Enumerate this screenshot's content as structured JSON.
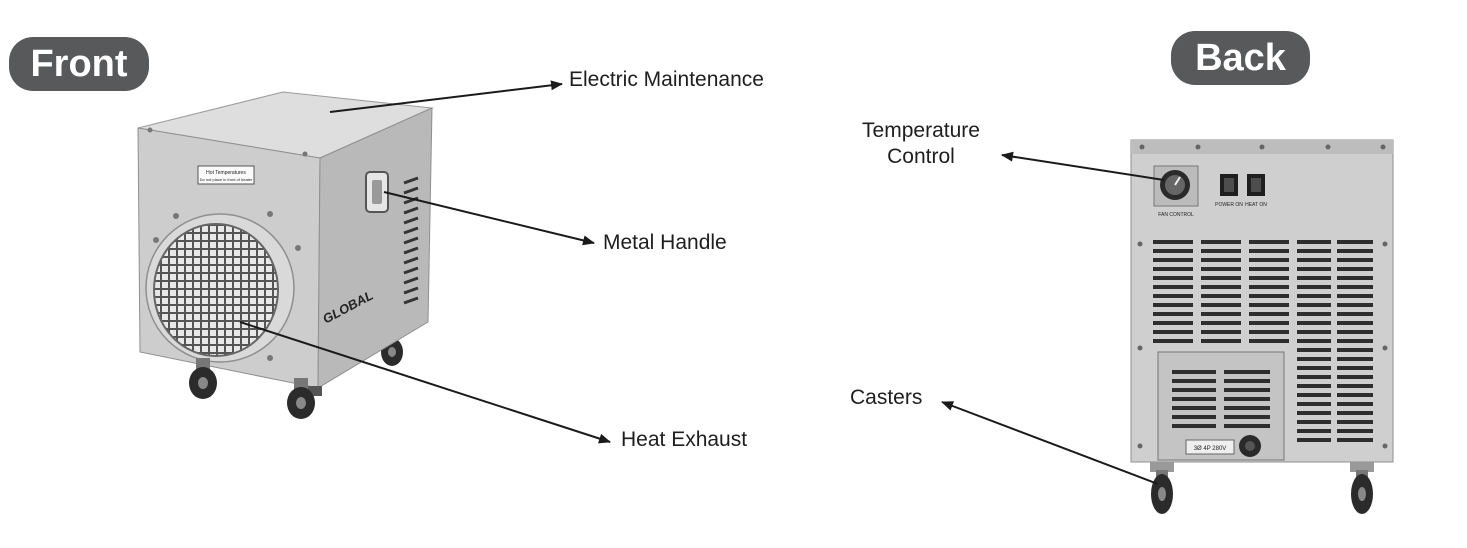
{
  "labels": {
    "front": "Front",
    "back": "Back"
  },
  "callouts": {
    "electric_maintenance": "Electric Maintenance",
    "metal_handle": "Metal Handle",
    "heat_exhaust": "Heat Exhaust",
    "temperature_control_line1": "Temperature",
    "temperature_control_line2": "Control",
    "casters": "Casters"
  },
  "product_text": {
    "brand_logo": "GLOBAL",
    "warning_sticker_line1": "Hot Temperatures",
    "warning_sticker_line2": "Do not place in front of heater",
    "fan_control": "FAN CONTROL",
    "power_on": "POWER ON",
    "heat_on": "HEAT ON",
    "voltage_label": "3Ø 4P 280V"
  },
  "colors": {
    "pill_background": "#58595b",
    "pill_text": "#ffffff",
    "callout_text": "#1e1e1e",
    "heater_body": "#cdcdcd",
    "heater_shadow": "#a9a9a9"
  }
}
